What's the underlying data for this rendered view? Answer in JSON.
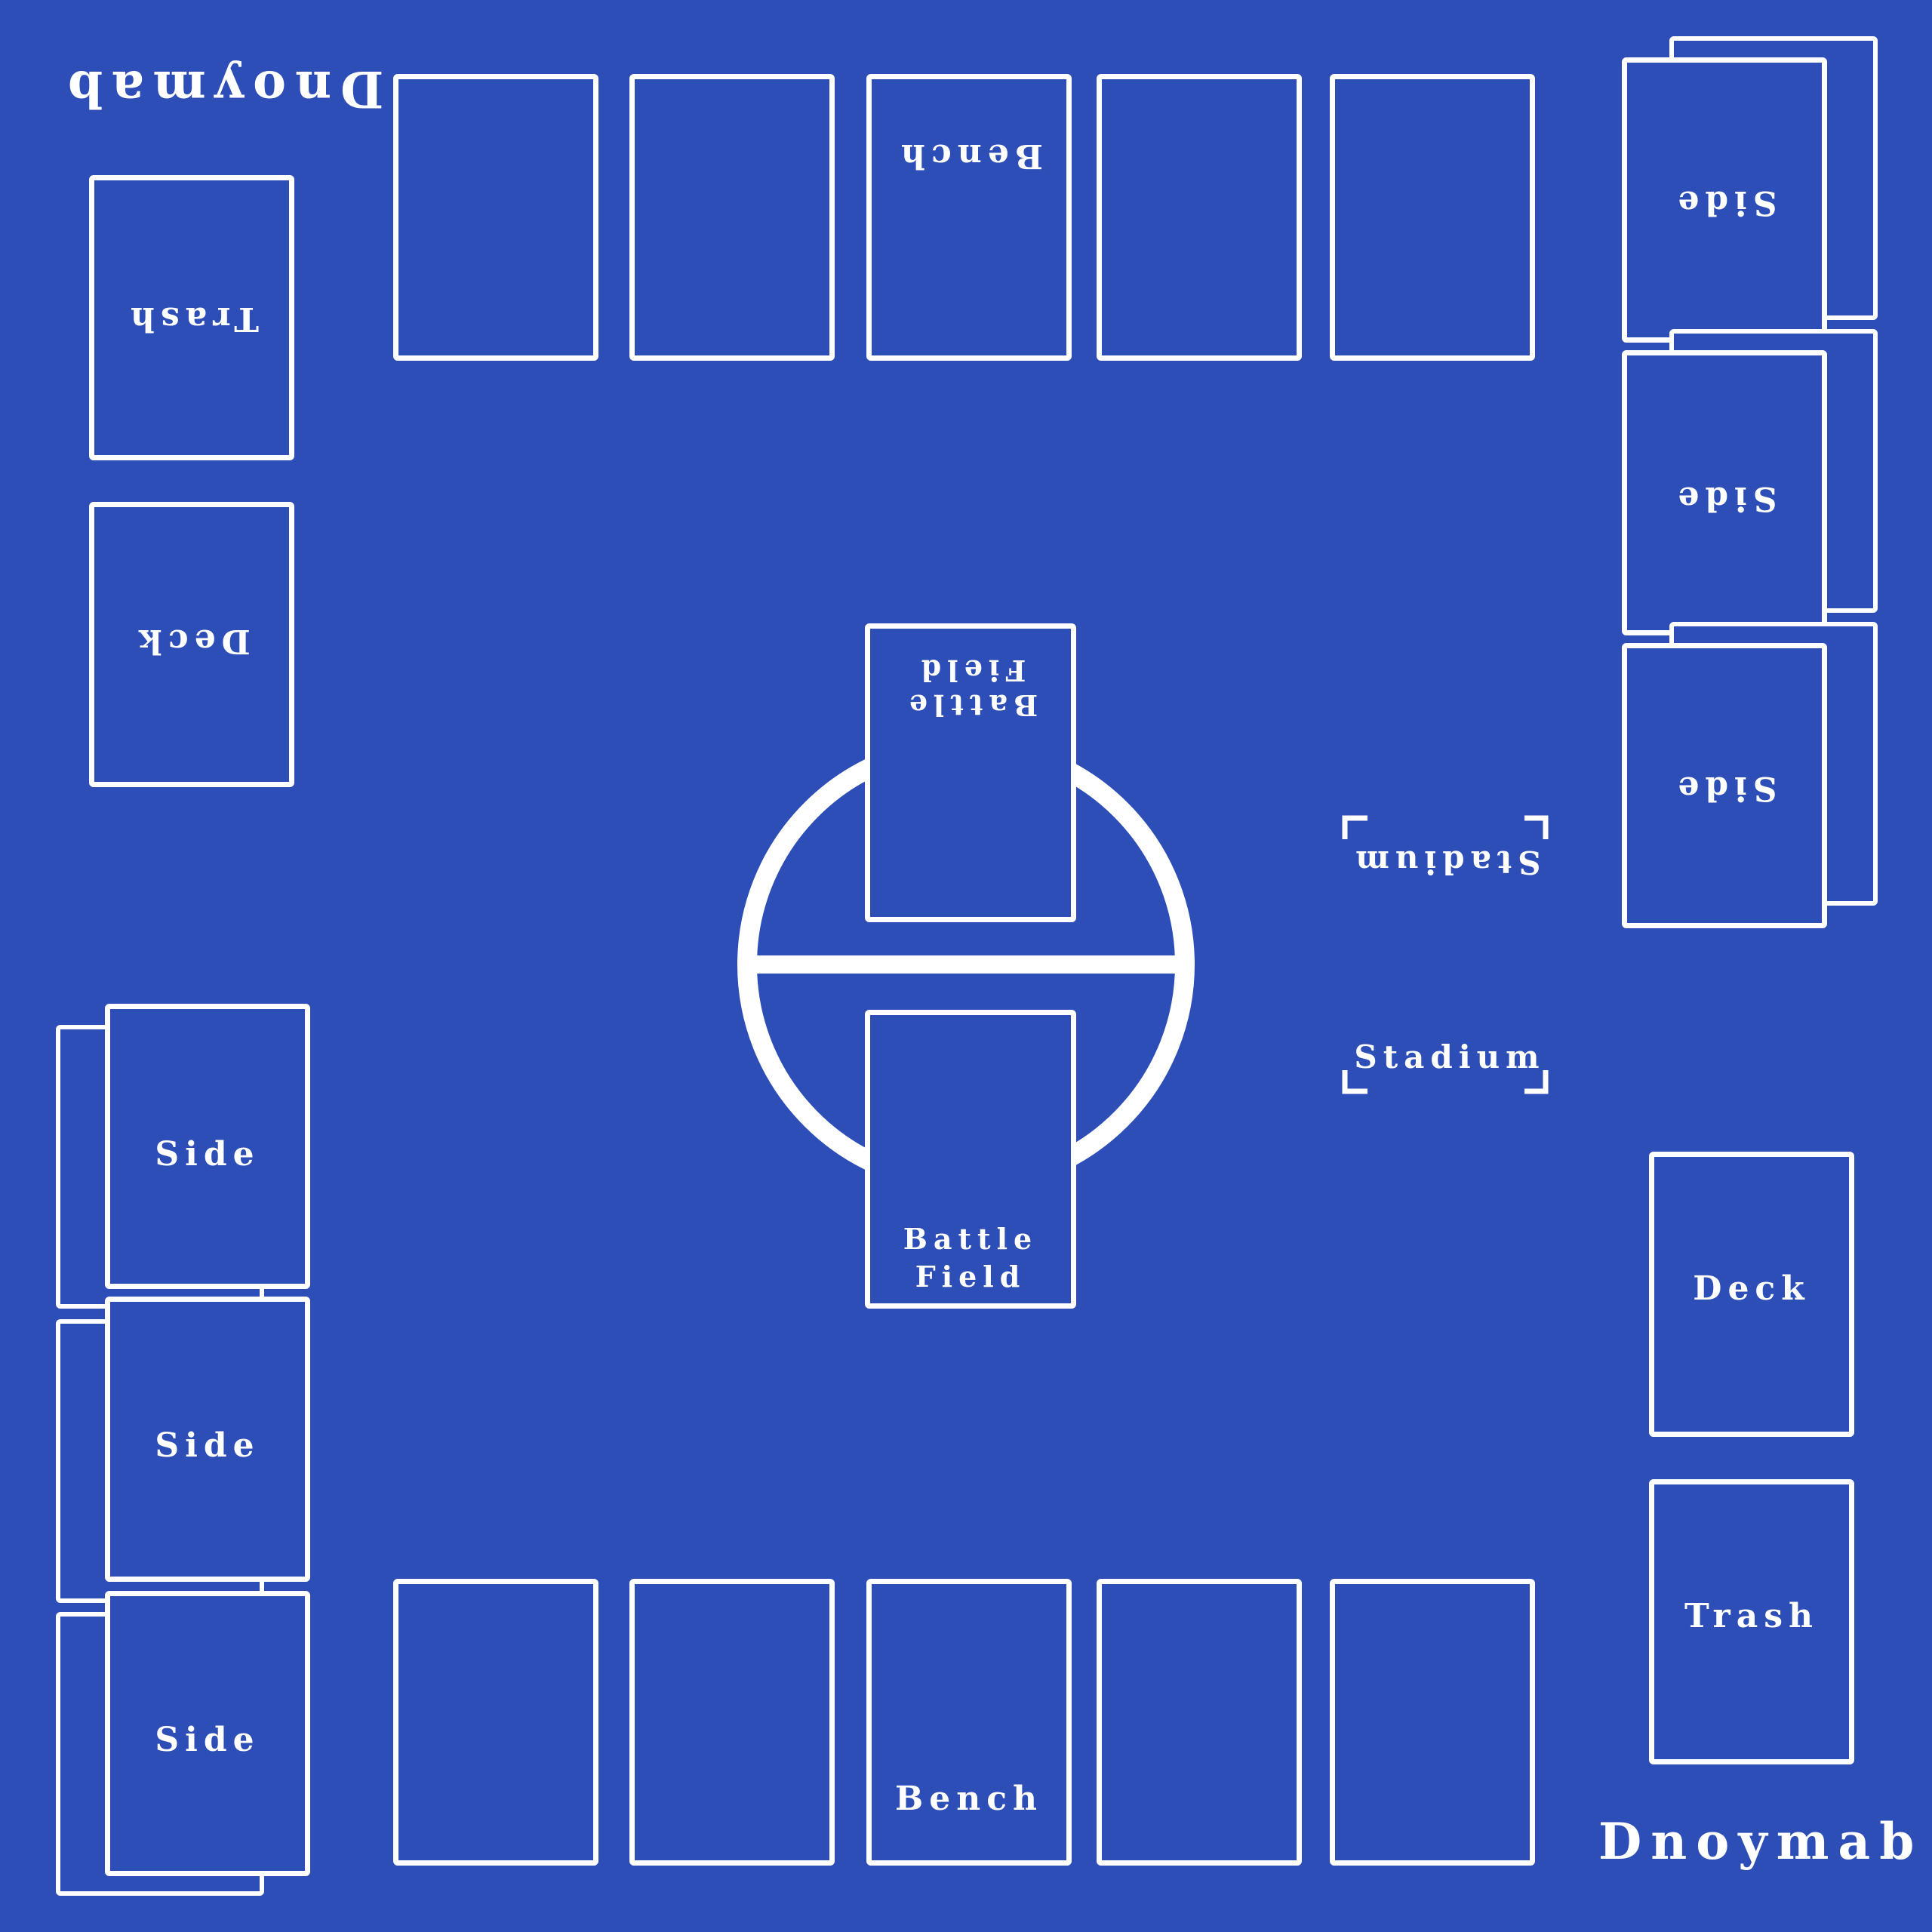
{
  "mat": {
    "background": "#2c4eb6",
    "line_color": "#ffffff",
    "brand": "Dnoymab"
  },
  "labels": {
    "bench": "Bench",
    "trash": "Trash",
    "deck": "Deck",
    "side": "Side",
    "stadium": "Stadium",
    "battle_field": "Battle\nField"
  },
  "layout": {
    "bench_slots_per_player": 5,
    "side_slots_per_player": 3,
    "labeled_bench_index": 2
  }
}
